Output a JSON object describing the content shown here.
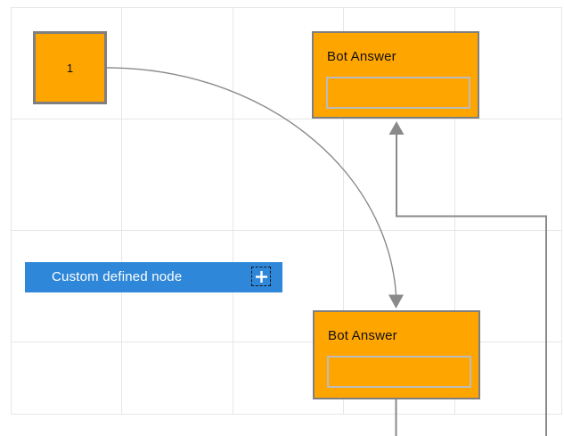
{
  "colors": {
    "canvas_background": "#FFFFFF",
    "grid_line": "#E7E7E7",
    "node_orange": "#FFA500",
    "node_border_gray": "#7F7F7F",
    "inner_box_border": "#BCBCBC",
    "custom_node_blue": "#2E87D8",
    "connector_gray": "#8A8A8A",
    "text_dark": "#111111",
    "text_light": "#FFFFFF"
  },
  "nodes": {
    "start": {
      "label": "1"
    },
    "bot_answer_top": {
      "title": "Bot Answer",
      "input_value": ""
    },
    "bot_answer_bottom": {
      "title": "Bot Answer",
      "input_value": ""
    },
    "custom": {
      "label": "Custom defined node",
      "icon_name": "plus-icon"
    }
  },
  "connectors": [
    {
      "type": "curve",
      "from": "start",
      "to": "bot_answer_bottom",
      "arrow": "down"
    },
    {
      "type": "orthogonal",
      "from": "offscreen-bottom",
      "to": "bot_answer_top",
      "arrow": "up"
    },
    {
      "type": "straight",
      "from": "bot_answer_bottom",
      "to": "offscreen-bottom",
      "arrow": "none"
    }
  ]
}
